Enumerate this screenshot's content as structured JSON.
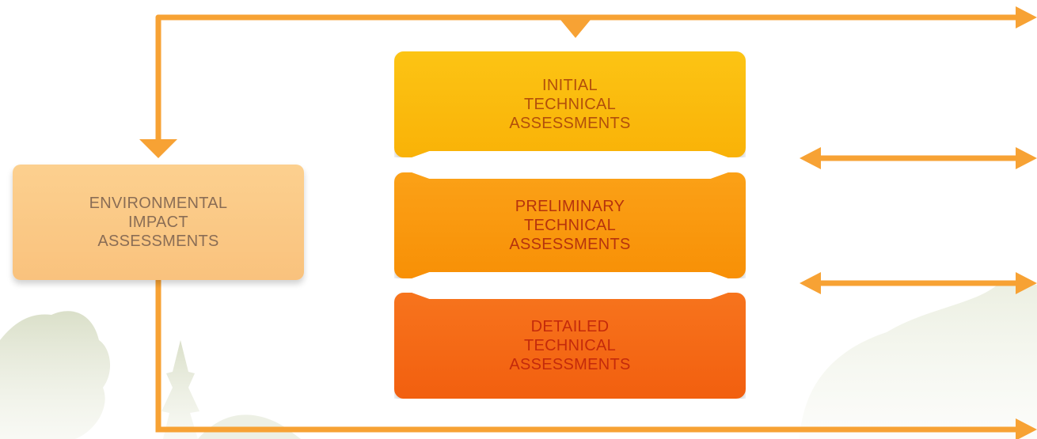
{
  "diagram": {
    "boxes": {
      "environmental": "ENVIRONMENTAL\nIMPACT\nASSESSMENTS",
      "initial": "INITIAL\nTECHNICAL\nASSESSMENTS",
      "preliminary": "PRELIMINARY\nTECHNICAL\nASSESSMENTS",
      "detailed": "DETAILED\nTECHNICAL\nASSESSMENTS"
    }
  },
  "colors": {
    "connector": "#f7a234",
    "environmental_fill": "#fcc985",
    "initial_fill": "#fcbe10",
    "preliminary_fill": "#f99a0f",
    "detailed_fill": "#f46a15"
  }
}
